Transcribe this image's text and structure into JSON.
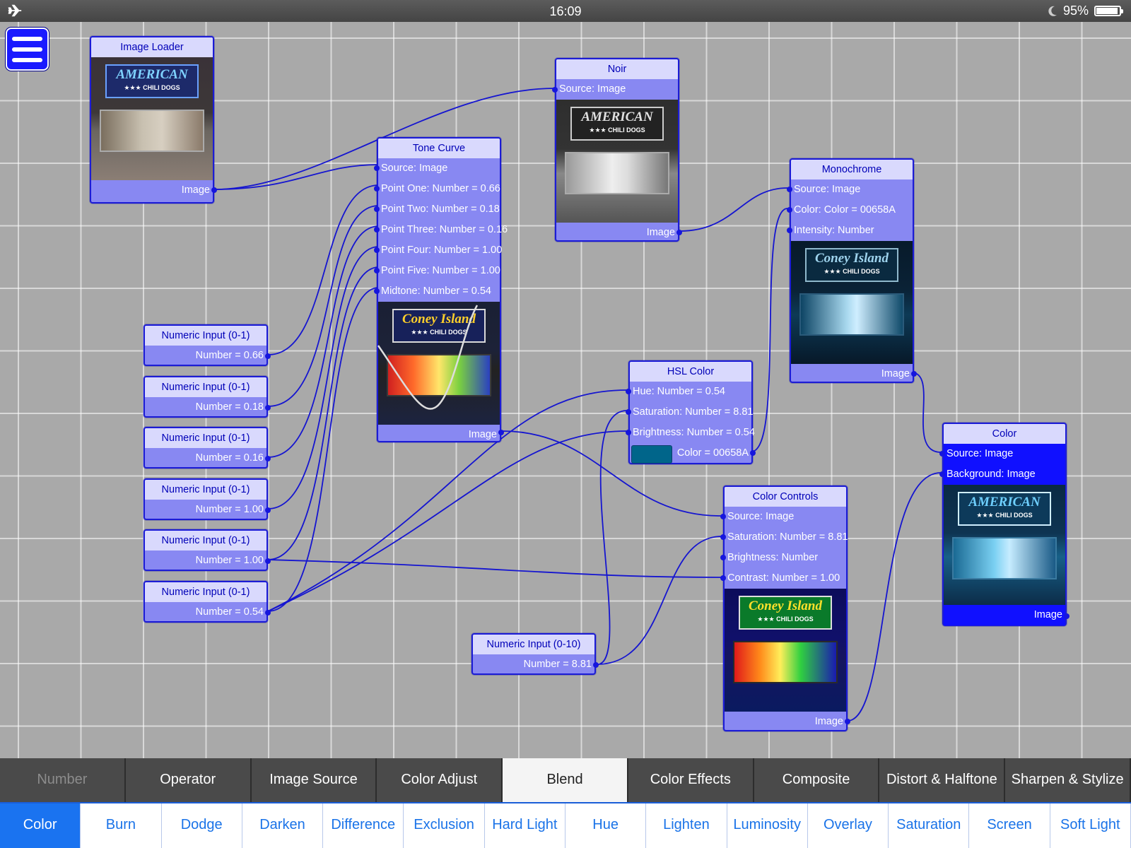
{
  "status_bar": {
    "time": "16:09",
    "battery": "95%"
  },
  "nodes": {
    "image_loader": {
      "title": "Image Loader",
      "out": "Image"
    },
    "noir": {
      "title": "Noir",
      "in": [
        "Source: Image"
      ],
      "out": "Image"
    },
    "tone_curve": {
      "title": "Tone Curve",
      "in": [
        "Source: Image",
        "Point One: Number = 0.66",
        "Point Two: Number = 0.18",
        "Point Three: Number = 0.16",
        "Point Four: Number = 1.00",
        "Point Five: Number = 1.00",
        "Midtone: Number = 0.54"
      ],
      "out": "Image"
    },
    "monochrome": {
      "title": "Monochrome",
      "in": [
        "Source: Image",
        "Color: Color = 00658A",
        "Intensity: Number"
      ],
      "out": "Image"
    },
    "hsl_color": {
      "title": "HSL Color",
      "in": [
        "Hue: Number = 0.54",
        "Saturation: Number = 8.81",
        "Brightness: Number = 0.54"
      ],
      "out": "Color = 00658A"
    },
    "color_blend": {
      "title": "Color",
      "in": [
        "Source: Image",
        "Background: Image"
      ],
      "out": "Image"
    },
    "color_controls": {
      "title": "Color Controls",
      "in": [
        "Source: Image",
        "Saturation: Number = 8.81",
        "Brightness: Number",
        "Contrast: Number = 1.00"
      ],
      "out": "Image"
    },
    "numeric_10": {
      "title": "Numeric Input (0-10)",
      "out": "Number = 8.81"
    },
    "numeric_inputs": [
      {
        "title": "Numeric Input (0-1)",
        "out": "Number = 0.66"
      },
      {
        "title": "Numeric Input (0-1)",
        "out": "Number = 0.18"
      },
      {
        "title": "Numeric Input (0-1)",
        "out": "Number = 0.16"
      },
      {
        "title": "Numeric Input (0-1)",
        "out": "Number = 1.00"
      },
      {
        "title": "Numeric Input (0-1)",
        "out": "Number = 1.00"
      },
      {
        "title": "Numeric Input (0-1)",
        "out": "Number = 0.54"
      }
    ]
  },
  "thumbnail": {
    "line1": "AMERICAN",
    "line2": "Coney Island",
    "line3": "★★★ CHILI DOGS"
  },
  "colors": {
    "node_fill": "#8888f2",
    "node_border": "#1c1cd6",
    "title_fill": "#d9d9fd",
    "selected_fill": "#1010ff",
    "wire": "#1515d0",
    "swatch": "#00658a"
  },
  "tabs": [
    "Number",
    "Operator",
    "Image Source",
    "Color Adjust",
    "Blend",
    "Color Effects",
    "Composite",
    "Distort & Halftone",
    "Sharpen & Stylize"
  ],
  "active_tab": "Blend",
  "sub_tabs": [
    "Color",
    "Burn",
    "Dodge",
    "Darken",
    "Difference",
    "Exclusion",
    "Hard Light",
    "Hue",
    "Lighten",
    "Luminosity",
    "Overlay",
    "Saturation",
    "Screen",
    "Soft Light"
  ],
  "active_sub_tab": "Color"
}
